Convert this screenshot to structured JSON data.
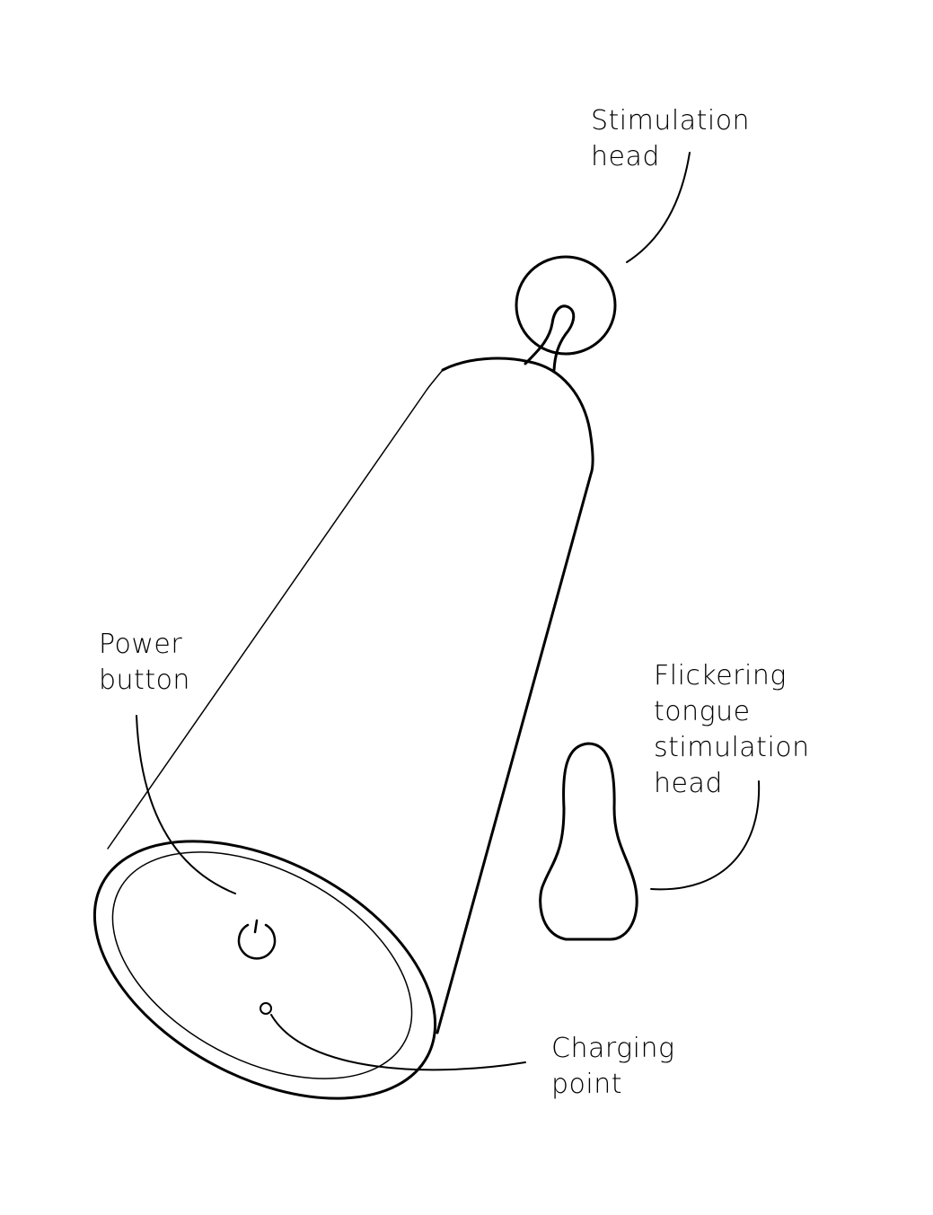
{
  "labels": {
    "stimulation_head": [
      "Stimulation",
      "head"
    ],
    "power_button": [
      "Power",
      "button"
    ],
    "flickering_tongue": [
      "Flickering",
      "tongue",
      "stimulation",
      "head"
    ],
    "charging_point": [
      "Charging",
      "point"
    ]
  },
  "colors": {
    "stroke": "#000000",
    "background": "#ffffff"
  }
}
